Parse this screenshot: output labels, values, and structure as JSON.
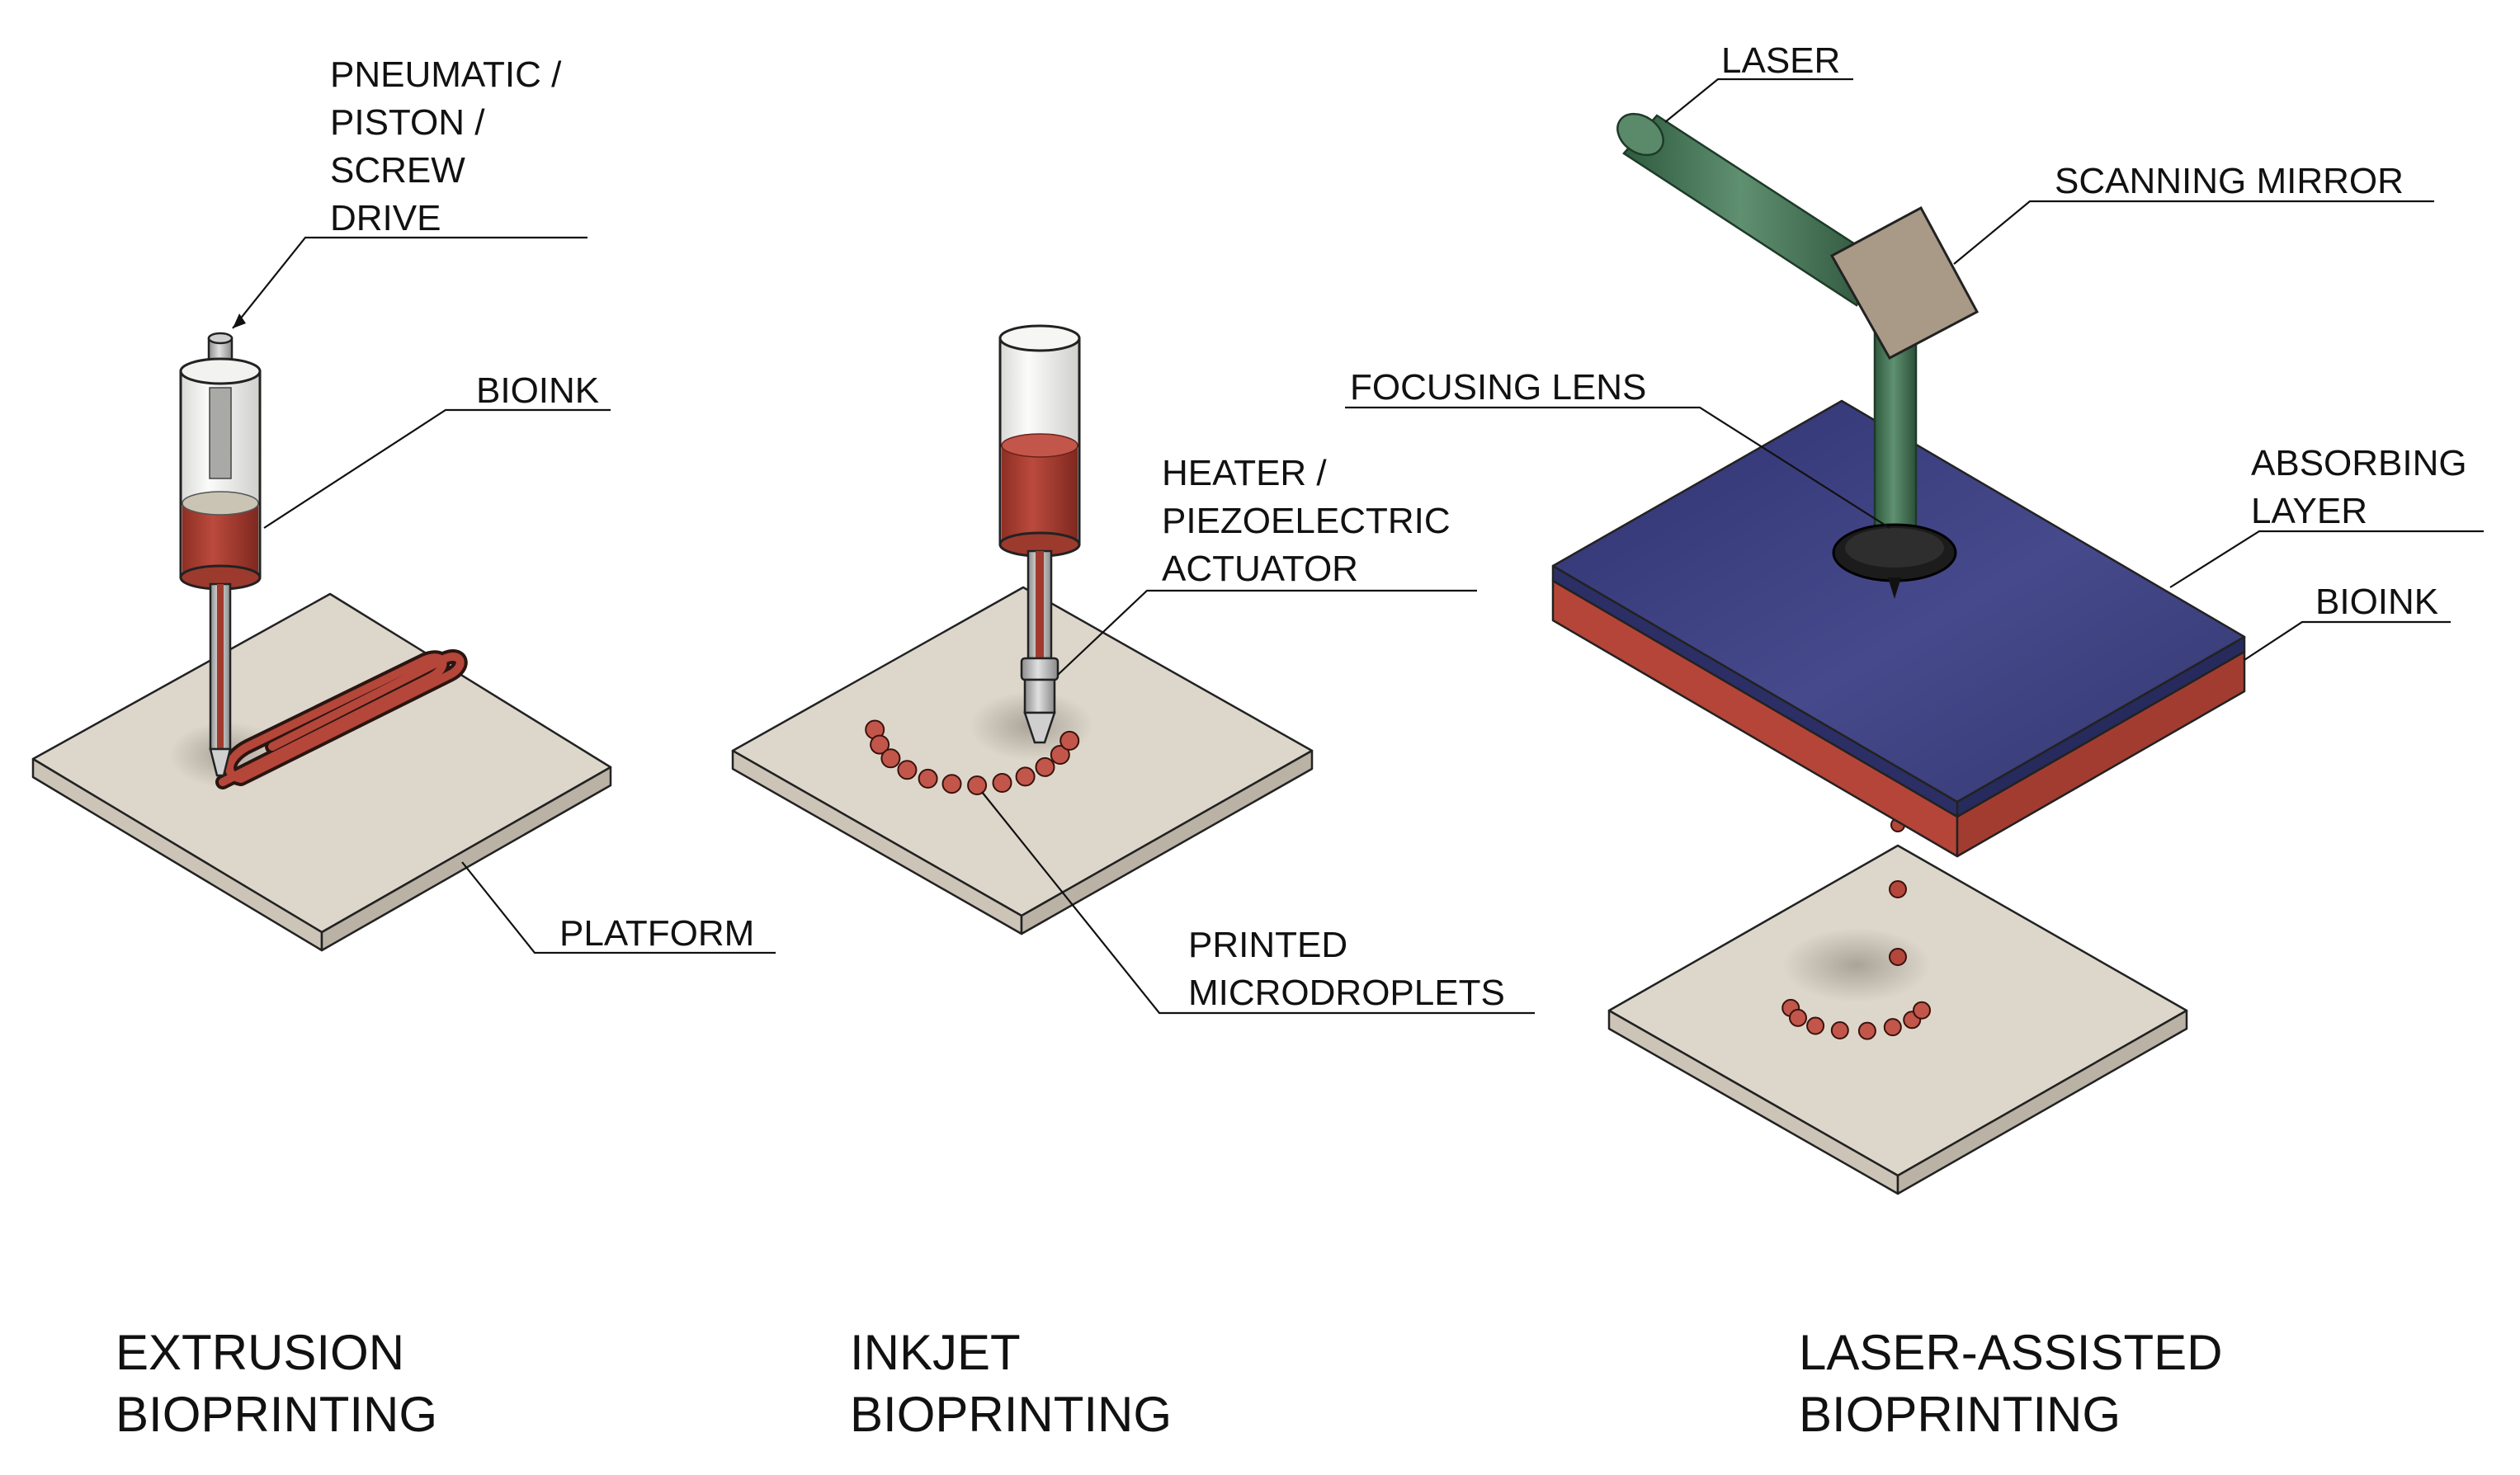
{
  "colors": {
    "platform_top": "#ddd7cb",
    "platform_side": "#c4bdb0",
    "bioink": "#a13a2d",
    "bioink_light": "#c2564a",
    "absorbing_layer": "#3a3d7a",
    "laser_beam": "#3f6e50",
    "mirror": "#a89a86",
    "glass": "#f4f4f2",
    "steel": "#b8b8b8"
  },
  "icons": {
    "extrusion_syringe": "syringe-icon",
    "inkjet_nozzle": "inkjet-nozzle-icon",
    "laser_beam": "laser-beam-icon",
    "scanning_mirror": "mirror-icon",
    "focusing_lens": "lens-icon",
    "platform": "platform-icon",
    "droplet": "droplet-icon"
  },
  "extrusion": {
    "drive_label": [
      "PNEUMATIC /",
      "PISTON /",
      "SCREW",
      "DRIVE"
    ],
    "bioink_label": "BIOINK",
    "platform_label": "PLATFORM",
    "caption": [
      "EXTRUSION",
      "BIOPRINTING"
    ]
  },
  "inkjet": {
    "actuator_label": [
      "HEATER /",
      "PIEZOELECTRIC",
      "ACTUATOR"
    ],
    "droplets_label": [
      "PRINTED",
      "MICRODROPLETS"
    ],
    "caption": [
      "INKJET",
      "BIOPRINTING"
    ]
  },
  "laser": {
    "laser_label": "LASER",
    "mirror_label": "SCANNING MIRROR",
    "lens_label": "FOCUSING LENS",
    "absorbing_label": [
      "ABSORBING",
      "LAYER"
    ],
    "bioink_label": "BIOINK",
    "caption": [
      "LASER-ASSISTED",
      "BIOPRINTING"
    ]
  }
}
